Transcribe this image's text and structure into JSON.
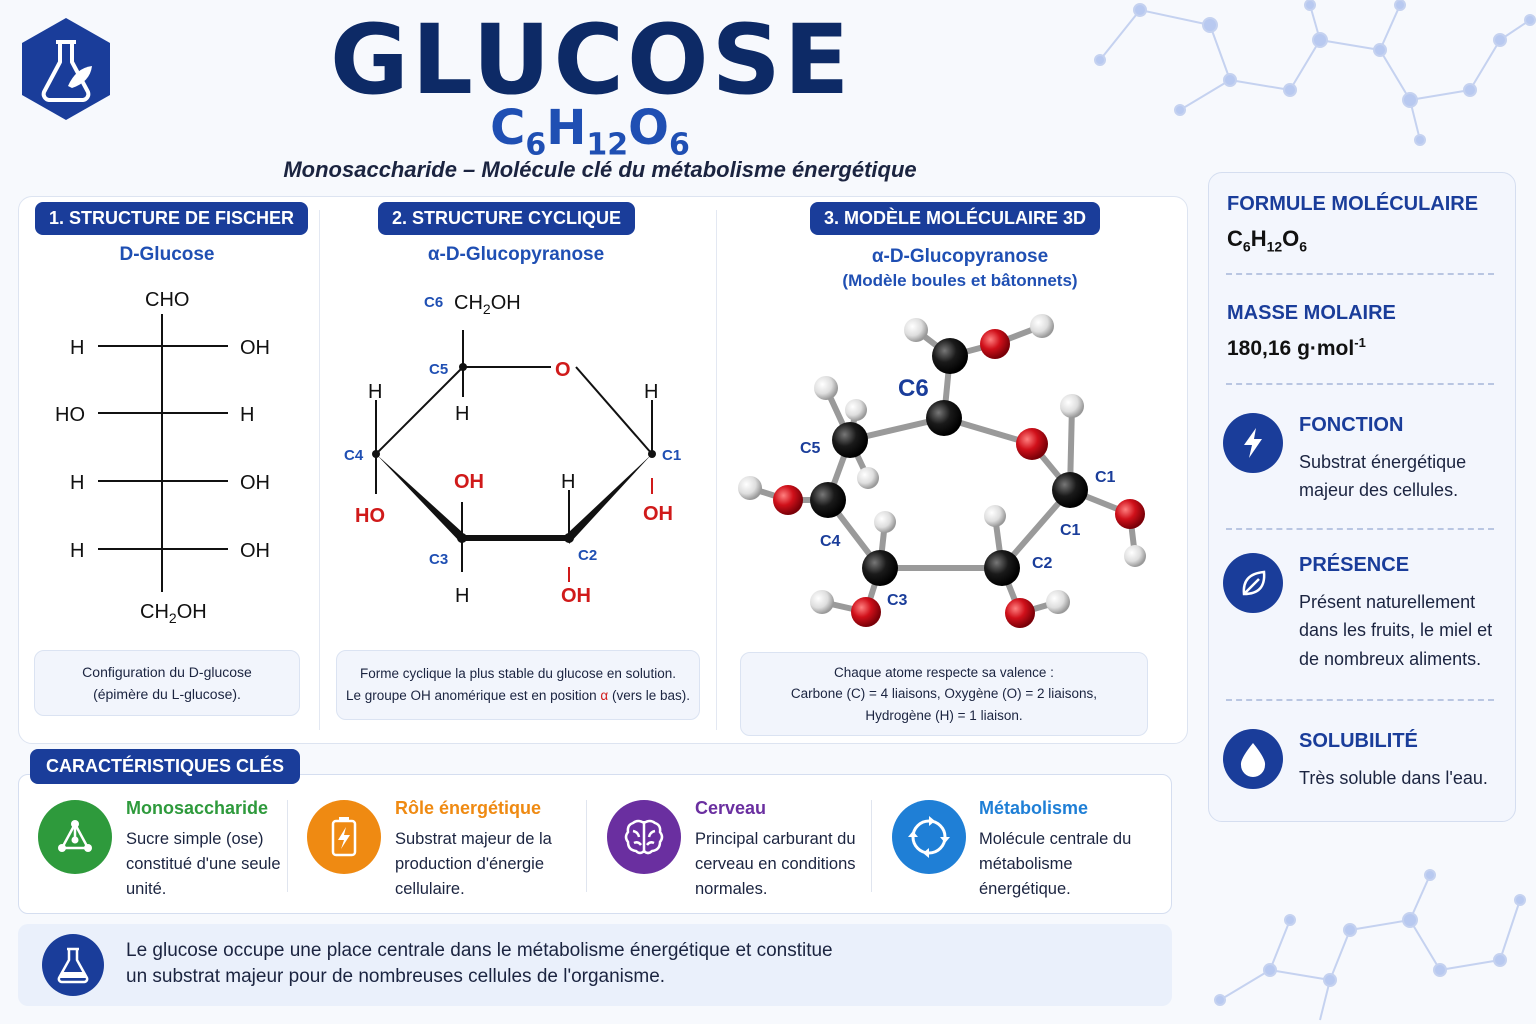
{
  "header": {
    "title": "GLUCOSE",
    "formula_parts": [
      "C",
      "6",
      "H",
      "12",
      "O",
      "6"
    ],
    "subtitle": "Monosaccharide – Molécule clé du métabolisme énergétique"
  },
  "logo": {
    "icon": "flask-leaf-icon"
  },
  "section1": {
    "pill": "1. STRUCTURE DE FISCHER",
    "subtitle": "D-Glucose",
    "top_group": "CHO",
    "rows": [
      {
        "left": "H",
        "right": "OH"
      },
      {
        "left": "HO",
        "right": "H"
      },
      {
        "left": "H",
        "right": "OH"
      },
      {
        "left": "H",
        "right": "OH"
      }
    ],
    "bottom_group": [
      "CH",
      "2",
      "OH"
    ],
    "note_line1": "Configuration du D-glucose",
    "note_line2": "(épimère du L-glucose)."
  },
  "section2": {
    "pill": "2. STRUCTURE CYCLIQUE",
    "subtitle": "α-D-Glucopyranose",
    "labels": {
      "c6": "C6",
      "ch2oh": "CH",
      "ch2oh_sub": "2",
      "ch2oh_end": "OH",
      "c5": "C5",
      "o": "O",
      "c4": "C4",
      "c1": "C1",
      "c3": "C3",
      "c2": "C2",
      "h": "H",
      "oh": "OH",
      "ho": "HO"
    },
    "note_line1": "Forme cyclique la plus stable du glucose en solution.",
    "note_line2_a": "Le groupe OH anomérique est en position ",
    "note_line2_alpha": "α",
    "note_line2_b": " (vers le bas)."
  },
  "section3": {
    "pill": "3. MODÈLE MOLÉCULAIRE 3D",
    "subtitle_line1": "α-D-Glucopyranose",
    "subtitle_line2": "(Modèle boules et bâtonnets)",
    "labels": {
      "c6": "C6",
      "c5": "C5",
      "c4": "C4",
      "c3": "C3",
      "c2": "C2",
      "c1a": "C1",
      "c1b": "C1"
    },
    "colors": {
      "carbon": "#111111",
      "oxygen": "#d0101a",
      "hydrogen": "#e8e8e8"
    },
    "note_line1": "Chaque atome respecte sa valence :",
    "note_line2": "Carbone (C) = 4 liaisons, Oxygène (O) = 2 liaisons,",
    "note_line3": "Hydrogène (H) = 1 liaison."
  },
  "sidebar": {
    "formula_heading": "FORMULE MOLÉCULAIRE",
    "formula_parts": [
      "C",
      "6",
      "H",
      "12",
      "O",
      "6"
    ],
    "mass_heading": "MASSE MOLAIRE",
    "mass_value": "180,16 g·mol",
    "mass_exp": "-1",
    "function_heading": "FONCTION",
    "function_text": "Substrat énergétique majeur des cellules.",
    "function_icon": "lightning-icon",
    "presence_heading": "PRÉSENCE",
    "presence_text": "Présent naturellement dans les fruits, le miel et de nombreux aliments.",
    "presence_icon": "leaf-icon",
    "solubility_heading": "SOLUBILITÉ",
    "solubility_text": "Très soluble dans l'eau.",
    "solubility_icon": "water-drop-icon"
  },
  "key_features": {
    "pill": "CARACTÉRISTIQUES CLÉS",
    "items": [
      {
        "title": "Monosaccharide",
        "text": "Sucre simple (ose) constitué d'une seule unité.",
        "color": "#2e9a3c",
        "icon": "molecule-icon"
      },
      {
        "title": "Rôle énergétique",
        "text": "Substrat majeur de la production d'énergie cellulaire.",
        "color": "#ef8a12",
        "icon": "battery-icon"
      },
      {
        "title": "Cerveau",
        "text": "Principal carburant du cerveau en conditions normales.",
        "color": "#6a2fa0",
        "icon": "brain-icon"
      },
      {
        "title": "Métabolisme",
        "text": "Molécule centrale du métabolisme énergétique.",
        "color": "#1f7fd6",
        "icon": "cycle-icon"
      }
    ]
  },
  "footer": {
    "text_line1": "Le glucose occupe une place centrale dans le métabolisme énergétique et constitue",
    "text_line2": "un substrat majeur pour de nombreuses cellules de l'organisme.",
    "icon": "flask-icon"
  }
}
